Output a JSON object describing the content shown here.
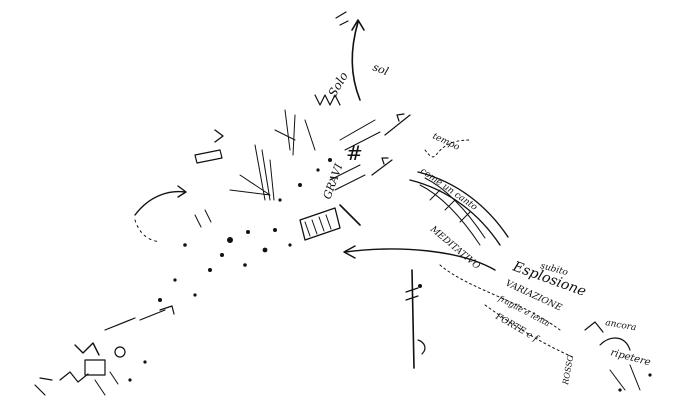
{
  "score": {
    "ink_color": "#111111",
    "background": "#ffffff",
    "labels": {
      "sol": "sol",
      "solo_top": "Solo",
      "tempo": "tempo",
      "sharp": "#",
      "gravi": "GRAVI",
      "come_un_canto": "come un canto",
      "modo_meditativo": "MEDITATIVO",
      "esplosione": "Esplosione",
      "subito": "subito",
      "variazione": "VARIAZIONE",
      "gradua": "fragile e lenta",
      "forte": "FORTE e f",
      "ripetere": "ripetere",
      "ancora": "ancora",
      "rosso": "ROSSO"
    }
  }
}
